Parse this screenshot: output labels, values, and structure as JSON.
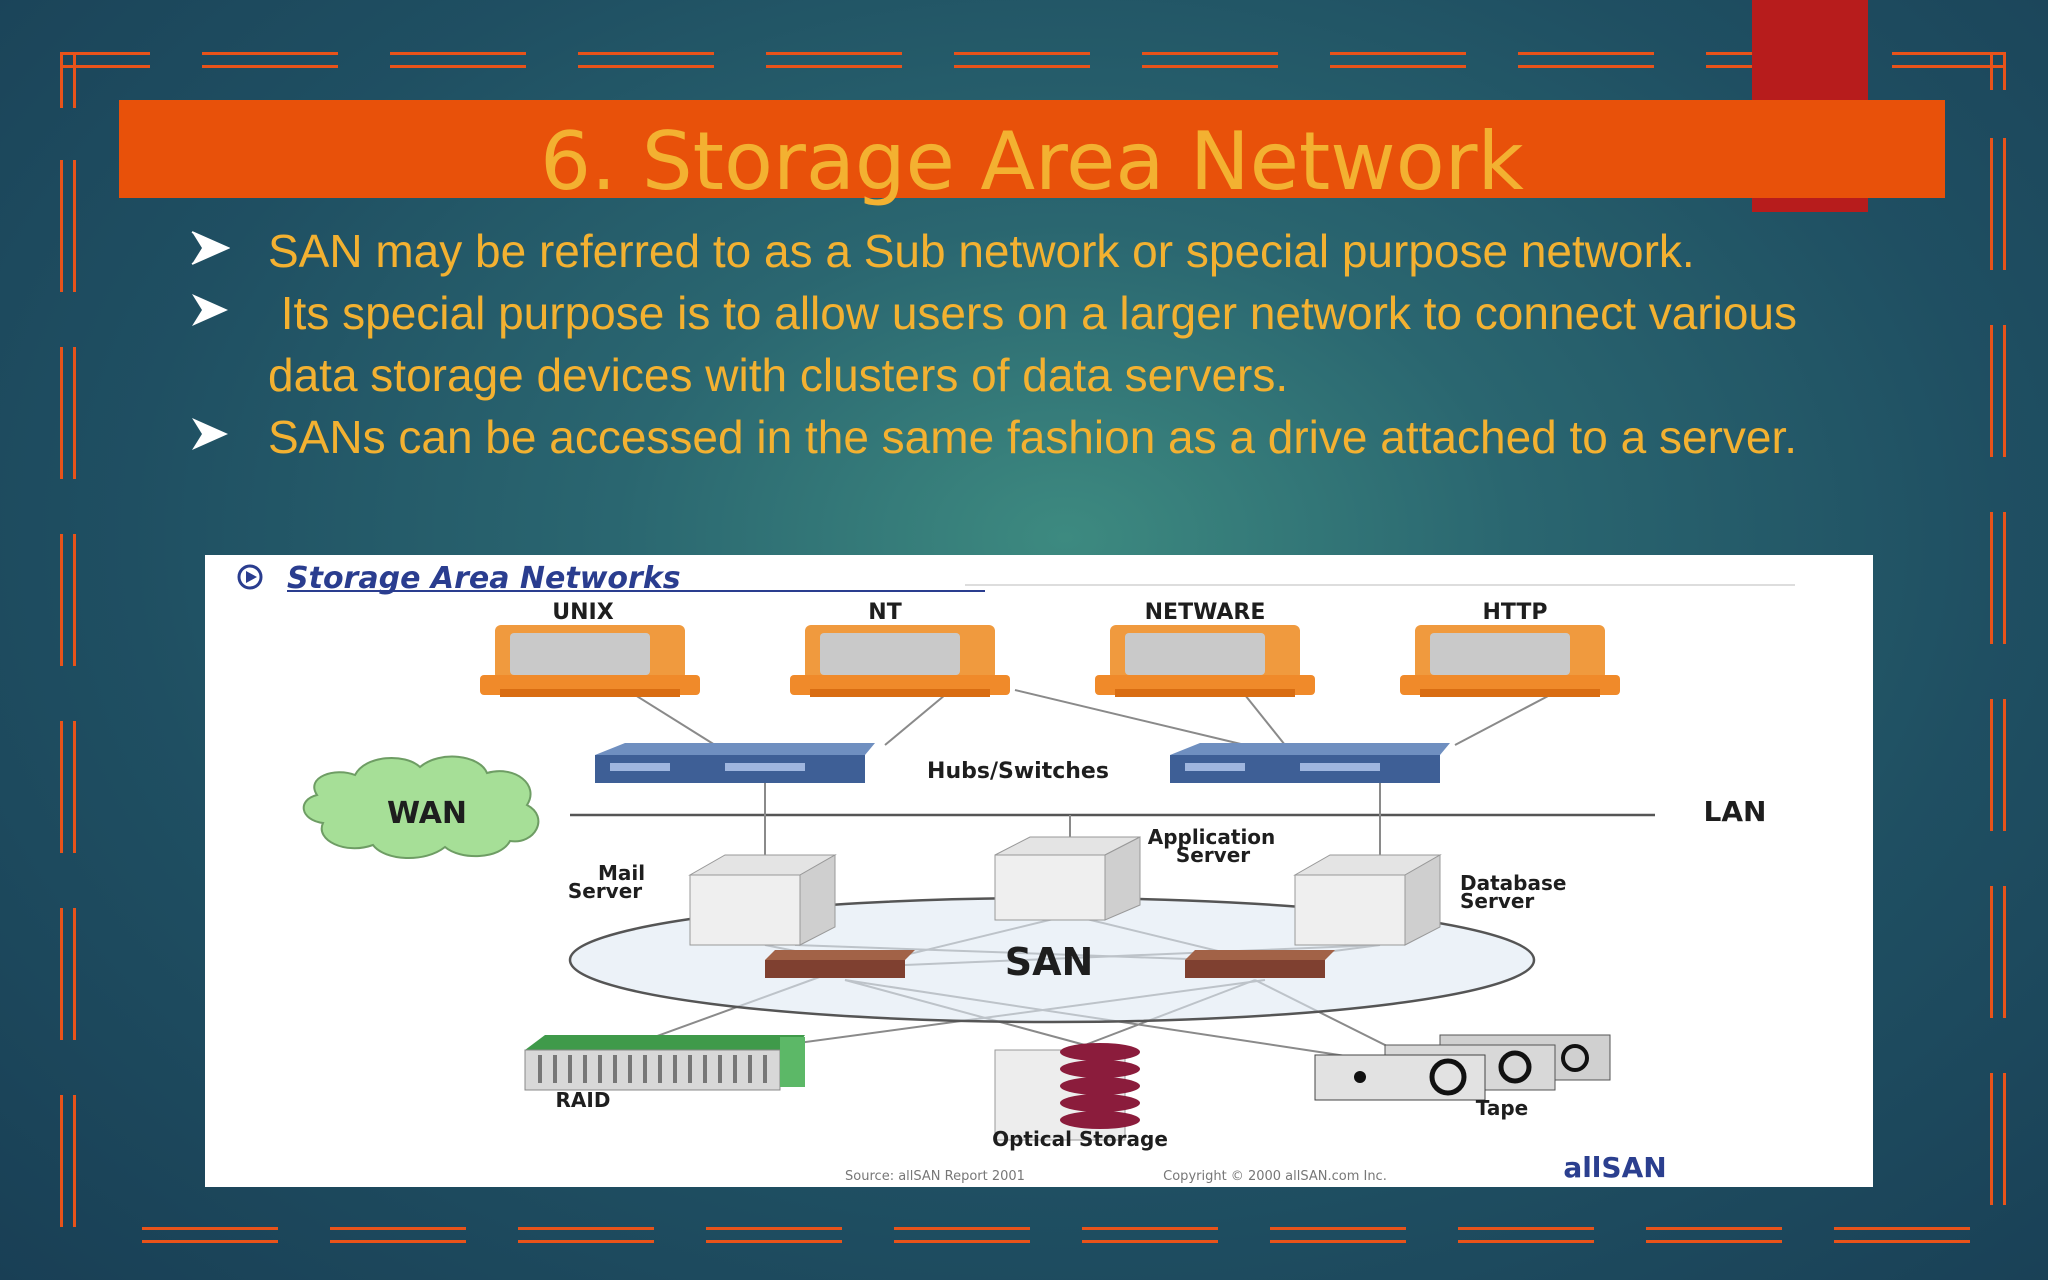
{
  "slide": {
    "title": "6. Storage Area Network",
    "bullets": [
      "SAN may be referred to as a Sub network or special purpose network.",
      " Its special purpose is to allow users on a larger network to connect various data storage devices with clusters of data servers.",
      "SANs can be accessed in the same fashion as a drive attached to a server."
    ]
  },
  "diagram": {
    "heading": "Storage Area Networks",
    "clients": [
      "UNIX",
      "NT",
      "NETWARE",
      "HTTP"
    ],
    "hubs_label": "Hubs/Switches",
    "wan": "WAN",
    "lan": "LAN",
    "servers": {
      "mail": [
        "Mail",
        "Server"
      ],
      "application": [
        "Application",
        "Server"
      ],
      "database": [
        "Database",
        "Server"
      ]
    },
    "san": "SAN",
    "storage": {
      "raid": "RAID",
      "optical": "Optical Storage",
      "tape": "Tape"
    },
    "footer": {
      "source": "Source: allSAN Report 2001",
      "copyright": "Copyright © 2000 allSAN.com Inc.",
      "logo": "allSAN"
    }
  },
  "colors": {
    "accent_orange": "#e8510a",
    "title_text": "#f3b131",
    "ribbon": "#b71c1c",
    "frame": "#e8531a"
  }
}
